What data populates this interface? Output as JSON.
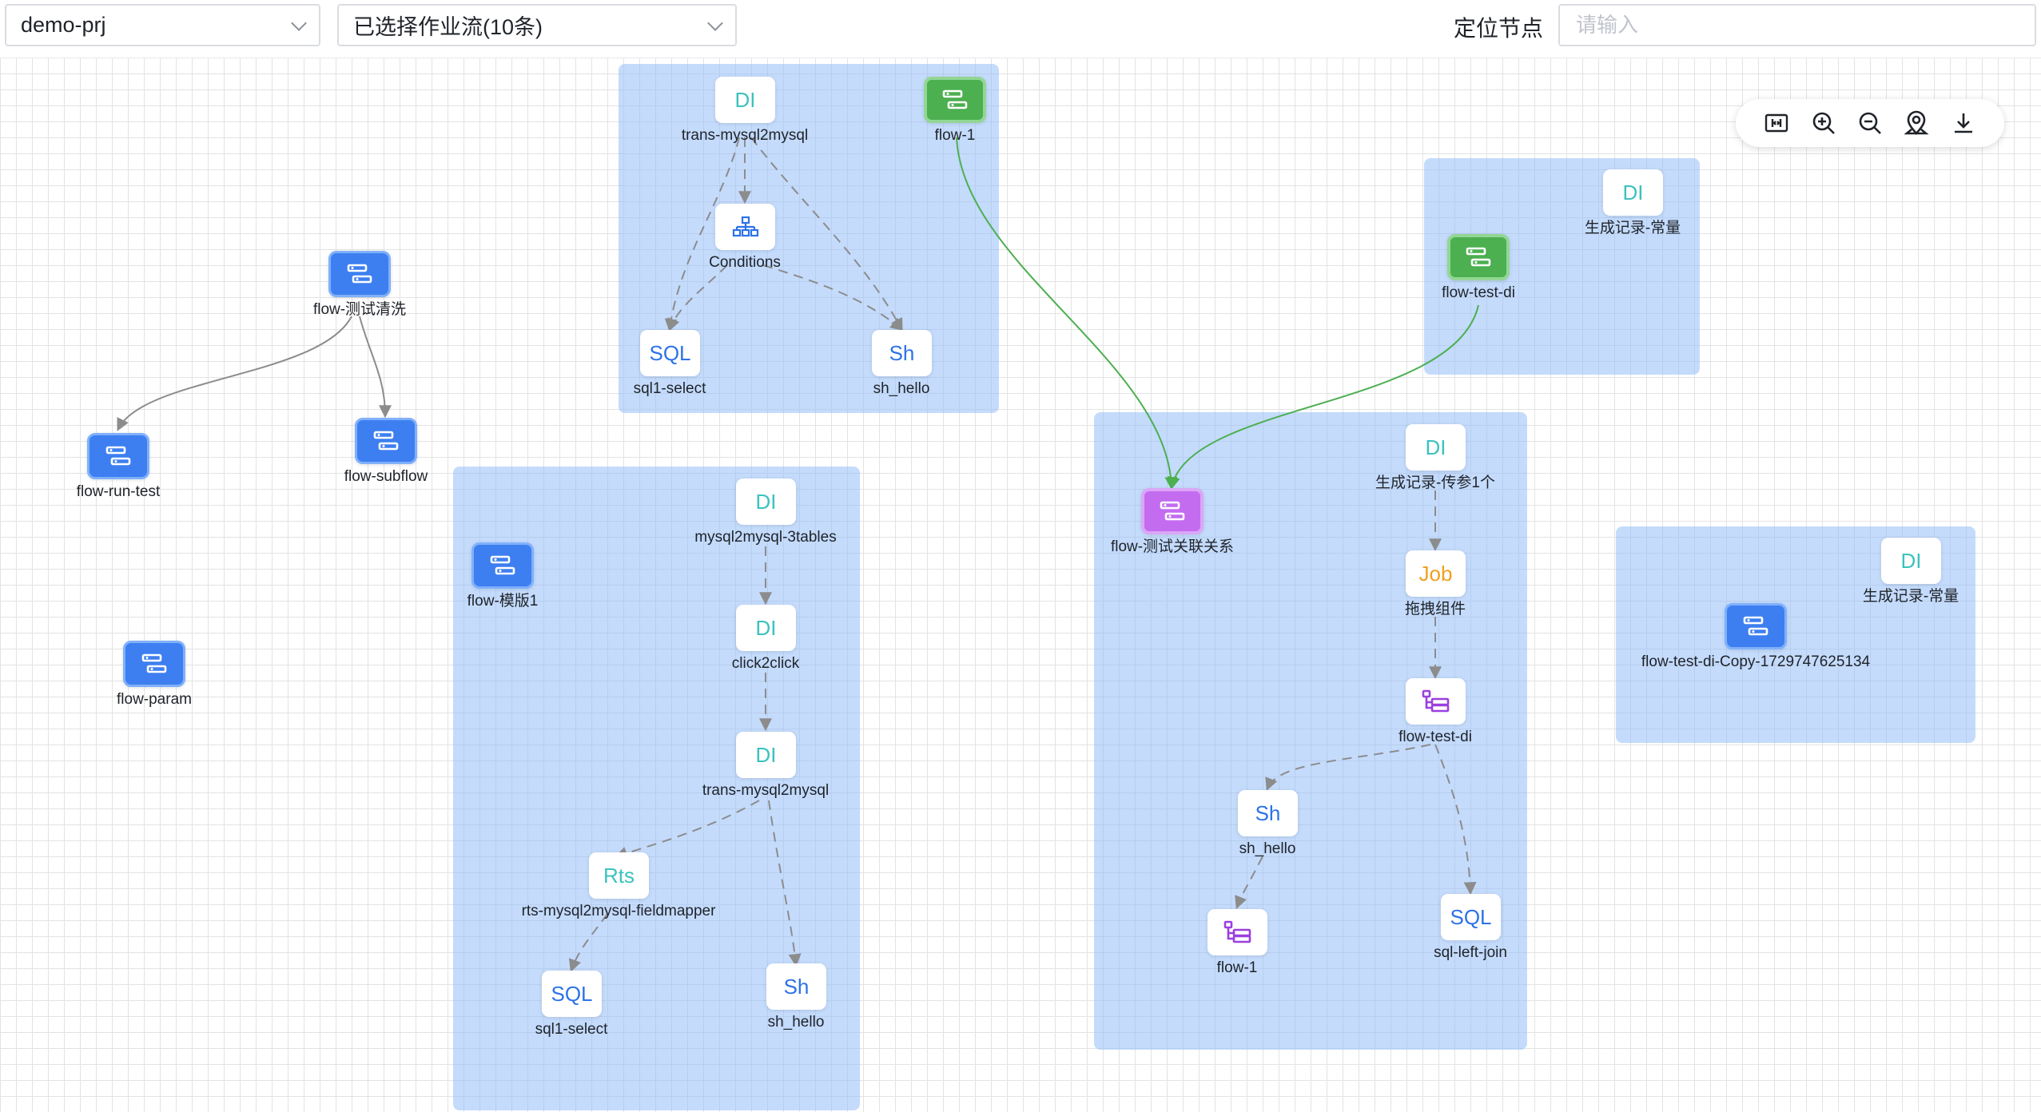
{
  "toolbar": {
    "project_select": "demo-prj",
    "workflow_select": "已选择作业流(10条)",
    "locate_label": "定位节点",
    "locate_placeholder": "请输入"
  },
  "zoom_controls": {
    "icons": [
      "fit-view-icon",
      "zoom-in-icon",
      "zoom-out-icon",
      "locate-pin-icon",
      "download-icon"
    ]
  },
  "colors": {
    "flow_blue": "#3d7ff0",
    "flow_green": "#4caf50",
    "flow_purple": "#c36cf0",
    "group_fill": "#93befa",
    "edge_gray": "#8c8c8c",
    "edge_green": "#4caf50"
  },
  "canvas": {
    "standalone_flows": [
      {
        "label": "flow-测试清洗",
        "color": "blue"
      },
      {
        "label": "flow-run-test",
        "color": "blue"
      },
      {
        "label": "flow-subflow",
        "color": "blue"
      },
      {
        "label": "flow-param",
        "color": "blue"
      }
    ],
    "group_trans": {
      "nodes": [
        {
          "label": "trans-mysql2mysql",
          "tag": "DI"
        },
        {
          "label": "flow-1",
          "tag": "flow",
          "color": "green"
        },
        {
          "label": "Conditions",
          "tag": "conditions-icon"
        },
        {
          "label": "sql1-select",
          "tag": "SQL"
        },
        {
          "label": "sh_hello",
          "tag": "Sh"
        }
      ]
    },
    "group_template": {
      "nodes": [
        {
          "label": "flow-模版1",
          "tag": "flow",
          "color": "blue"
        },
        {
          "label": "mysql2mysql-3tables",
          "tag": "DI"
        },
        {
          "label": "click2click",
          "tag": "DI"
        },
        {
          "label": "trans-mysql2mysql",
          "tag": "DI"
        },
        {
          "label": "rts-mysql2mysql-fieldmapper",
          "tag": "Rts"
        },
        {
          "label": "sql1-select",
          "tag": "SQL"
        },
        {
          "label": "sh_hello",
          "tag": "Sh"
        }
      ]
    },
    "group_test_di": {
      "nodes": [
        {
          "label": "生成记录-常量",
          "tag": "DI"
        },
        {
          "label": "flow-test-di",
          "tag": "flow",
          "color": "green"
        }
      ]
    },
    "group_relation": {
      "nodes": [
        {
          "label": "flow-测试关联关系",
          "tag": "flow",
          "color": "purple"
        },
        {
          "label": "生成记录-传参1个",
          "tag": "DI"
        },
        {
          "label": "拖拽组件",
          "tag": "Job"
        },
        {
          "label": "flow-test-di",
          "tag": "subflow-icon"
        },
        {
          "label": "sh_hello",
          "tag": "Sh"
        },
        {
          "label": "flow-1",
          "tag": "subflow-icon"
        },
        {
          "label": "sql-left-join",
          "tag": "SQL"
        }
      ]
    },
    "group_copy": {
      "nodes": [
        {
          "label": "生成记录-常量",
          "tag": "DI"
        },
        {
          "label": "flow-test-di-Copy-1729747625134",
          "tag": "flow",
          "color": "blue"
        }
      ]
    }
  }
}
